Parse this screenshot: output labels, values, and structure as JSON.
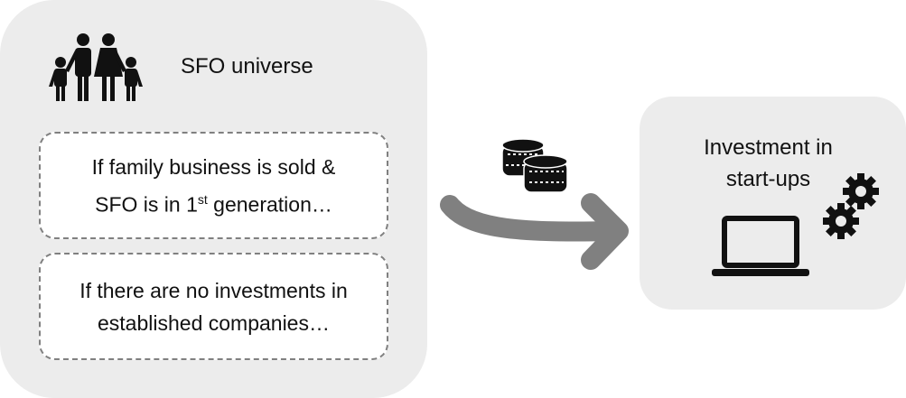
{
  "left_panel": {
    "title": "SFO universe",
    "icon": "family-icon",
    "conditions": [
      {
        "line1": "If family business is sold &",
        "line2_pre": "SFO is in 1",
        "line2_sup": "st",
        "line2_post": " generation…"
      },
      {
        "line1": "If there are no investments in",
        "line2": "established companies…"
      }
    ]
  },
  "arrow": {
    "icon": "coins-icon",
    "color": "#808080"
  },
  "right_panel": {
    "title_line1": "Investment in",
    "title_line2": "start-ups",
    "icons": [
      "laptop-icon",
      "gears-icon"
    ]
  }
}
